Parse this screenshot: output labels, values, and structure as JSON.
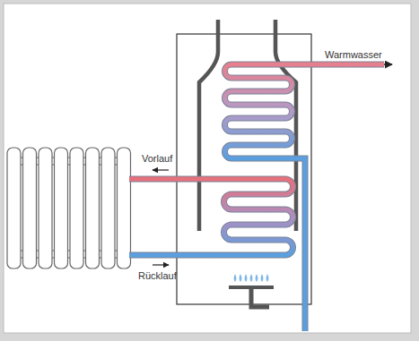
{
  "diagram": {
    "labels": [
      "Warmwasser",
      "Vorlauf",
      "Rücklauf"
    ]
  }
}
